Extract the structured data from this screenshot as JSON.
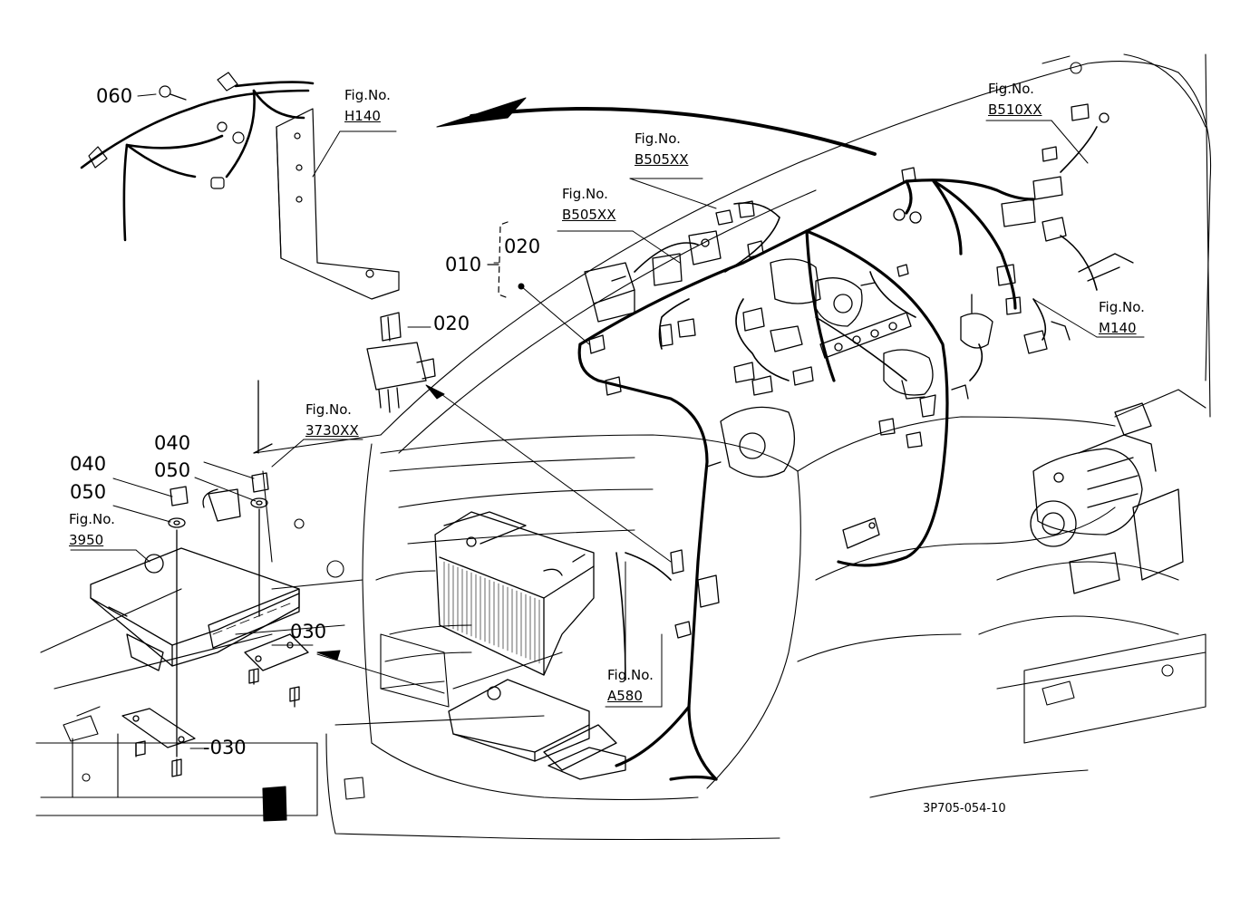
{
  "callouts": {
    "c060": "060",
    "c010": "010",
    "c020_group": "020",
    "c020_fuse": "020",
    "c040_right": "040",
    "c040_left": "040",
    "c050_right": "050",
    "c050_left": "050",
    "c030_upper": "030",
    "c030_lower": "-030"
  },
  "fig_refs": {
    "fig_h140": {
      "prefix": "Fig.No.",
      "code": "H140"
    },
    "fig_b505_top": {
      "prefix": "Fig.No.",
      "code": "B505XX"
    },
    "fig_b505_mid": {
      "prefix": "Fig.No.",
      "code": "B505XX"
    },
    "fig_b510": {
      "prefix": "Fig.No.",
      "code": "B510XX"
    },
    "fig_m140": {
      "prefix": "Fig.No.",
      "code": "M140"
    },
    "fig_3730": {
      "prefix": "Fig.No.",
      "code": "3730XX"
    },
    "fig_3950": {
      "prefix": "Fig.No.",
      "code": "3950"
    },
    "fig_a580": {
      "prefix": "Fig.No.",
      "code": "A580"
    }
  },
  "drawing_number": "3P705-054-10",
  "colors": {
    "ink": "#000000",
    "paper": "#ffffff"
  }
}
